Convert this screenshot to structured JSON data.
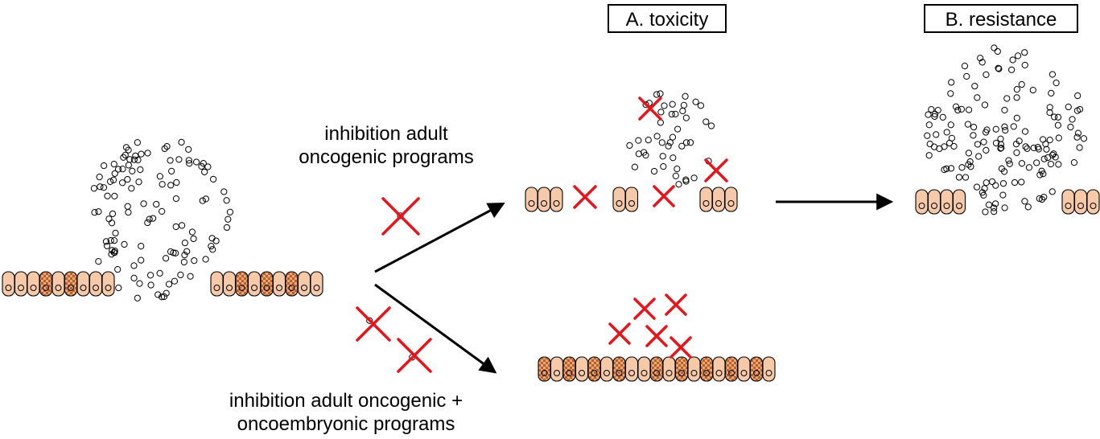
{
  "labels": {
    "toxicity": "A. toxicity",
    "resistance": "B. resistance",
    "upper_line1": "inhibition adult",
    "upper_line2": "oncogenic programs",
    "lower_line1": "inhibition adult oncogenic +",
    "lower_line2": "oncoembryonic programs"
  },
  "colors": {
    "adult_oncogenic_cell": "#b4581f",
    "oncoembryonic_cell": "#6f8bb0",
    "normal_epithelium": "#f6caa8",
    "checker_epithelium": "#d98a55",
    "cross": "#e8141c",
    "outline": "#000000"
  }
}
